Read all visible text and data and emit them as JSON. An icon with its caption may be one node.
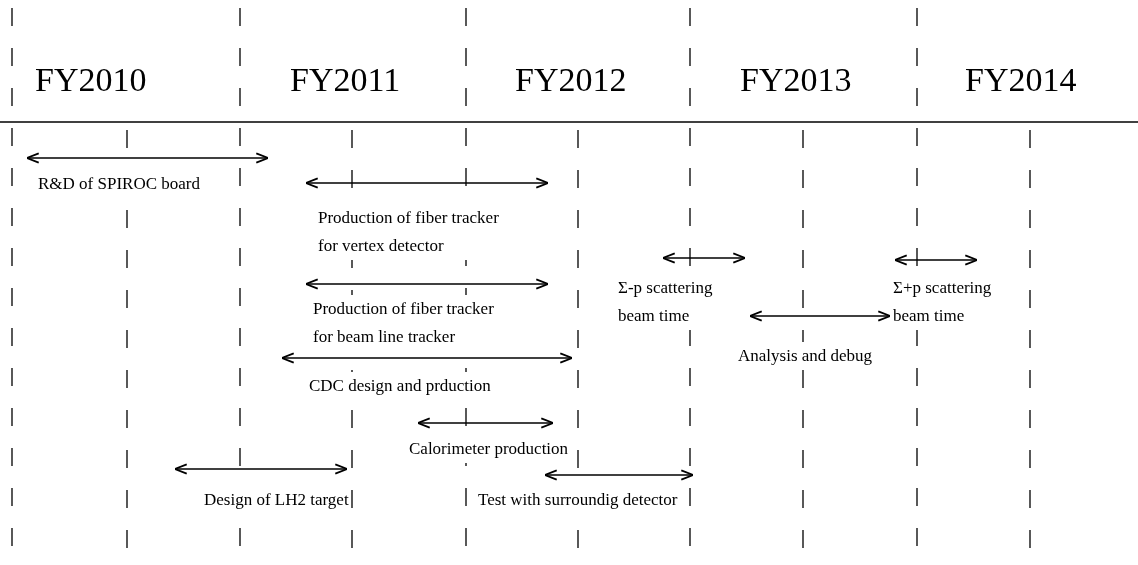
{
  "diagram": {
    "labels": [
      "FY2010",
      "FY2011",
      "FY2012",
      "FY2013",
      "FY2014",
      "R&D of SPIROC board",
      "Production of fiber tracker for vertex detector",
      "Σ-p scattering beam time",
      "Σ+p scattering beam time",
      "Production of fiber tracker for beam line tracker",
      "Analysis and debug",
      "CDC design and prduction",
      "Calorimeter production",
      "Design of LH2 target",
      "Test with surroundig detector"
    ]
  }
}
